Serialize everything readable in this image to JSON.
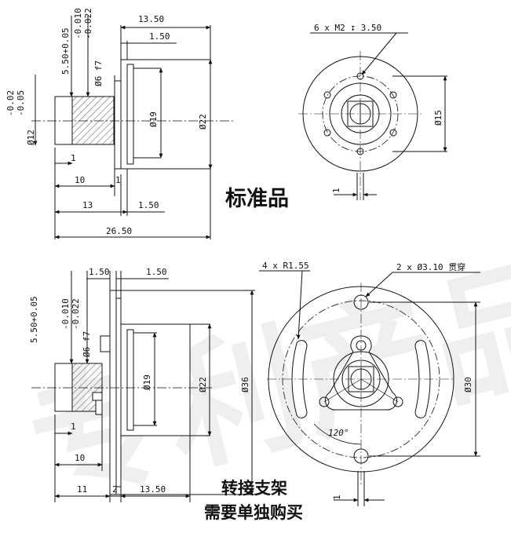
{
  "watermark": "专利产品",
  "top_side": {
    "tol_upper": "-0.010",
    "tol_lower": "-0.022",
    "d_shaft_left": "5.50+0.05",
    "d_shaft": "Ø6 f7",
    "d12_tol_upper": "-0.02",
    "d12_tol_lower": "-0.05",
    "d12": "Ø12",
    "d19": "Ø19",
    "d22": "Ø22",
    "w13_50": "13.50",
    "w1_50": "1.50",
    "w1": "1",
    "w10": "10",
    "w1b": "1",
    "w13": "13",
    "w1_50b": "1.50",
    "w26_50": "26.50"
  },
  "top_front": {
    "holes": "6 x M2 ↧ 3.50",
    "d15": "Ø15",
    "w1": "1"
  },
  "label_standard": "标准品",
  "bottom_side": {
    "w1_50a": "1.50",
    "w1_50b": "1.50",
    "d_shaft_left": "5.50+0.05",
    "tol_upper": "-0.010",
    "tol_lower": "-0.022",
    "d_shaft": "Ø6 f7",
    "d19": "Ø19",
    "d22": "Ø22",
    "d36": "Ø36",
    "w1": "1",
    "w10": "10",
    "w11": "11",
    "w2": "2",
    "w13_50": "13.50"
  },
  "bottom_front": {
    "slots": "4 x R1.55",
    "holes": "2 x Ø3.10 贯穿",
    "angle": "120°",
    "d30": "Ø30",
    "w1": "1"
  },
  "label_bracket_1": "转接支架",
  "label_bracket_2": "需要单独购买"
}
